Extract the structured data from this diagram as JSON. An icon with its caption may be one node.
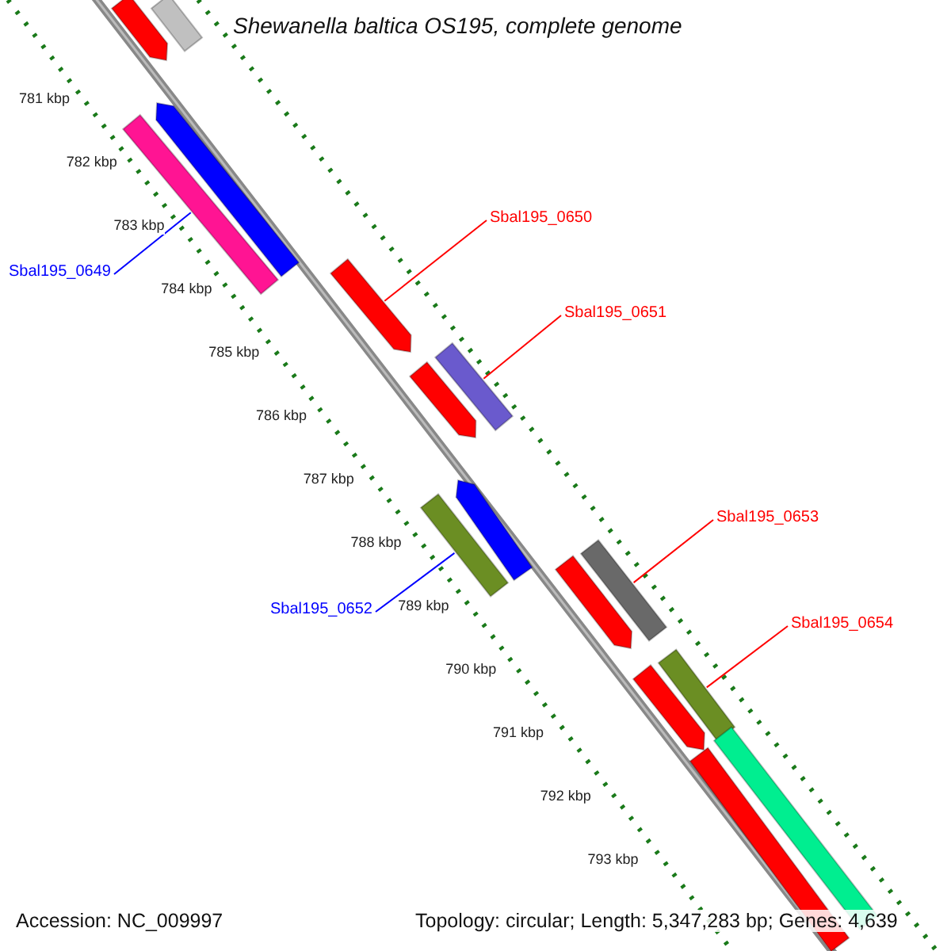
{
  "diagram": {
    "title": "Shewanella baltica OS195, complete genome",
    "nodes": [
      {
        "text": [
          "Sbal195_0650"
        ]
      },
      {
        "text": [
          "Sbal195_0651"
        ]
      },
      {
        "text": [
          "Sbal195_0649"
        ]
      },
      {
        "text": [
          "Sbal195_0653"
        ]
      },
      {
        "text": [
          "Sbal195_0652"
        ]
      },
      {
        "text": [
          "Sbal195_0654"
        ]
      },
      {
        "text": [],
        "shape": "bar"
      },
      {
        "text": [],
        "shape": "bar"
      },
      {
        "text": [],
        "shape": "bar"
      },
      {
        "text": [],
        "shape": "bar"
      },
      {
        "text": [],
        "shape": "bar"
      },
      {
        "text": [],
        "shape": "bar"
      },
      {
        "text": [],
        "shape": "bar"
      },
      {
        "text": [],
        "shape": "bar"
      },
      {
        "text": [],
        "shape": "bar"
      },
      {
        "text": [],
        "shape": "bar"
      },
      {
        "text": [],
        "shape": "bar"
      },
      {
        "text": [],
        "shape": "bar"
      },
      {
        "text": [],
        "shape": "bar"
      },
      {
        "text": [],
        "shape": "bar"
      },
      {
        "text": [],
        "shape": "bar"
      }
    ],
    "edges": [
      {
        "from": 0,
        "to": 7,
        "arrow": "none"
      },
      {
        "from": 1,
        "to": 8,
        "arrow": "none"
      },
      {
        "from": 2,
        "to": 6,
        "arrow": "none",
        "color": "#0000ff"
      },
      {
        "from": 3,
        "to": 10,
        "arrow": "none"
      },
      {
        "from": 4,
        "to": 9,
        "arrow": "none",
        "color": "#0000ff"
      },
      {
        "from": 5,
        "to": 11,
        "arrow": "none"
      }
    ],
    "labels": [
      "781 kbp",
      "782 kbp",
      "783 kbp",
      "784 kbp",
      "785 kbp",
      "786 kbp",
      "787 kbp",
      "788 kbp",
      "789 kbp",
      "790 kbp",
      "791 kbp",
      "792 kbp",
      "793 kbp",
      "Accession: NC_009997",
      "Topology: circular; Length: 5,347,283 bp; Genes: 4,639"
    ]
  }
}
